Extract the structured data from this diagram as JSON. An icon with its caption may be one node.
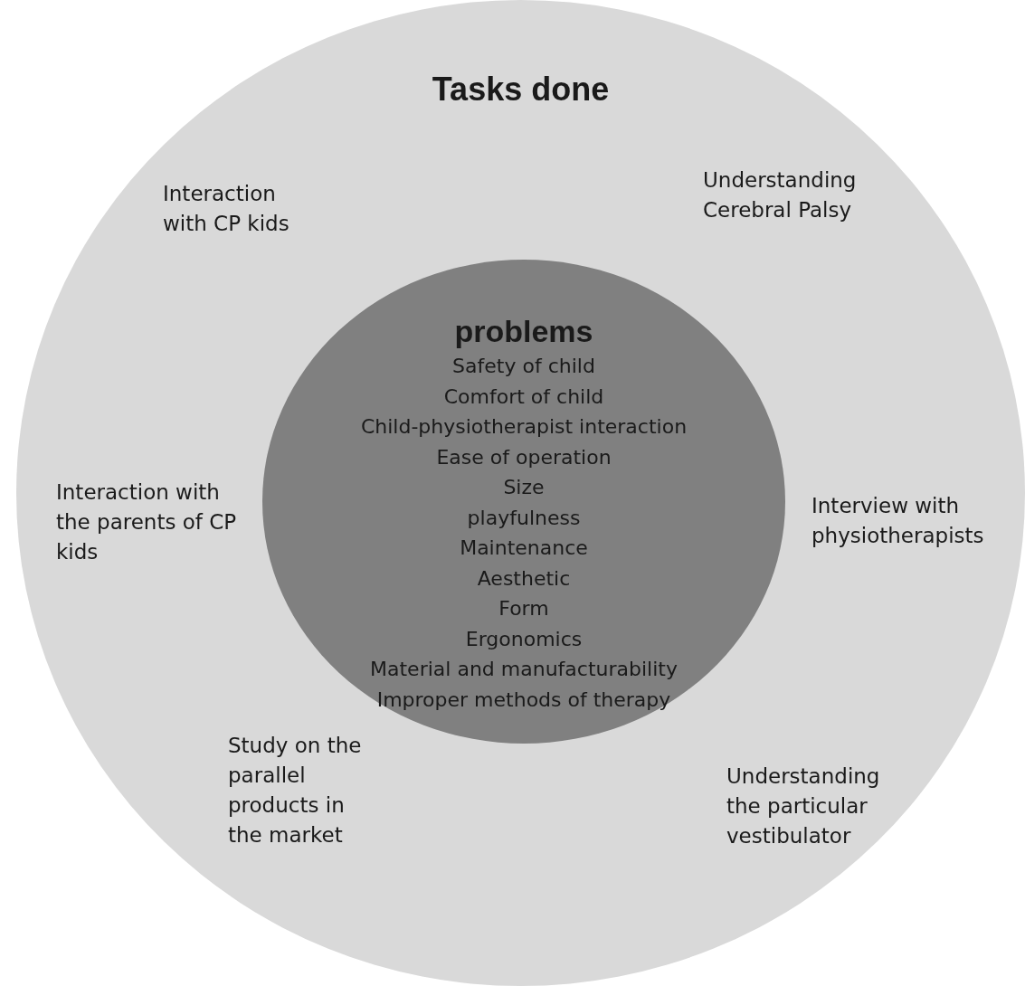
{
  "diagram": {
    "nodes": [
      {
        "text": [
          "Tasks done"
        ]
      },
      {
        "text": [
          "problems",
          "Safety of child",
          "Comfort of child",
          "Child-physiotherapist interaction",
          "Ease of operation",
          "Size",
          "playfulness",
          "Maintenance",
          "Aesthetic",
          "Form",
          "Ergonomics",
          "Material and manufacturability",
          "Improper methods of therapy"
        ],
        "in": 0
      }
    ],
    "edges": [],
    "labels": [
      "Interaction with CP kids",
      "Understanding Cerebral Palsy",
      "Interaction with the parents of CP kids",
      "Interview with physiotherapists",
      "Study on the parallel products in the market",
      "Understanding the particular vestibulator"
    ]
  }
}
